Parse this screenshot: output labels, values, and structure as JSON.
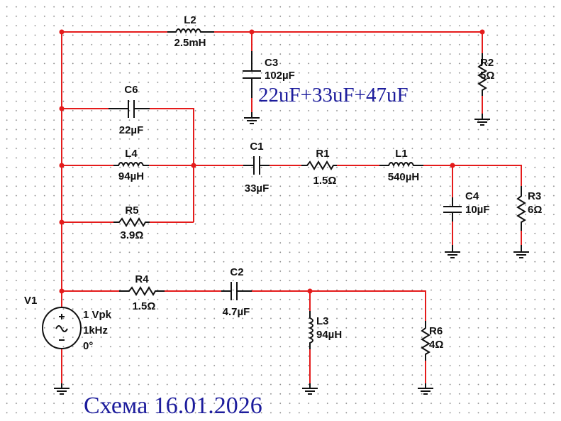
{
  "components": {
    "L2": {
      "ref": "L2",
      "value": "2.5mH"
    },
    "C3": {
      "ref": "C3",
      "value": "102µF"
    },
    "R2": {
      "ref": "R2",
      "value": "5Ω"
    },
    "C6": {
      "ref": "C6",
      "value": "22µF"
    },
    "L4": {
      "ref": "L4",
      "value": "94µH"
    },
    "R5": {
      "ref": "R5",
      "value": "3.9Ω"
    },
    "C1": {
      "ref": "C1",
      "value": "33µF"
    },
    "R1": {
      "ref": "R1",
      "value": "1.5Ω"
    },
    "L1": {
      "ref": "L1",
      "value": "540µH"
    },
    "C4": {
      "ref": "C4",
      "value": "10µF"
    },
    "R3": {
      "ref": "R3",
      "value": "6Ω"
    },
    "V1": {
      "ref": "V1",
      "amplitude": "1 Vpk",
      "frequency": "1kHz",
      "phase": "0°"
    },
    "R4": {
      "ref": "R4",
      "value": "1.5Ω"
    },
    "C2": {
      "ref": "C2",
      "value": "4.7µF"
    },
    "L3": {
      "ref": "L3",
      "value": "94µH"
    },
    "R6": {
      "ref": "R6",
      "value": "4Ω"
    }
  },
  "annotations": {
    "c3_note": "22uF+33uF+47uF",
    "caption": "Схема 16.01.2026"
  },
  "colors": {
    "wire": "#e41b1b",
    "annotation": "#1c1c9c"
  }
}
